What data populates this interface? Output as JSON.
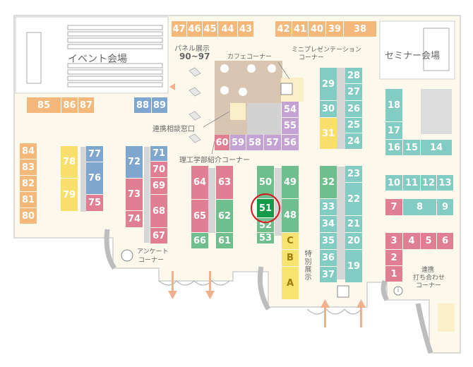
{
  "labels": {
    "event_hall": "イベント会場",
    "seminar_hall": "セミナー会場",
    "panel_exhibit": "パネル展示",
    "panel_range": "90~97",
    "cafe_corner": "カフェコーナー",
    "mini_presentation": "ミニプレゼンテーション",
    "mini_presentation_2": "コーナー",
    "consult_window": "連携相談窓口",
    "science_corner": "理工学部紹介コーナー",
    "special_exhibit": "特別展示",
    "survey": "アンケート",
    "survey_2": "コーナー",
    "collab_1": "連携",
    "collab_2": "打ち合わせ",
    "collab_3": "コーナー"
  },
  "booths": {
    "b47": "47",
    "b46": "46",
    "b45": "45",
    "b44": "44",
    "b43": "43",
    "b42": "42",
    "b41": "41",
    "b40": "40",
    "b39": "39",
    "b38": "38",
    "b85": "85",
    "b86": "86",
    "b87": "87",
    "b88": "88",
    "b89": "89",
    "b84": "84",
    "b83": "83",
    "b82": "82",
    "b81": "81",
    "b80": "80",
    "b78": "78",
    "b79": "79",
    "b77": "77",
    "b76": "76",
    "b75": "75",
    "b72": "72",
    "b73": "73",
    "b74": "74",
    "b71": "71",
    "b70": "70",
    "b69": "69",
    "b68": "68",
    "b67": "67",
    "b64": "64",
    "b65": "65",
    "b66": "66",
    "b63": "63",
    "b62": "62",
    "b61": "61",
    "b60": "60",
    "b59": "59",
    "b58": "58",
    "b57": "57",
    "b56": "56",
    "b54": "54",
    "b55": "55",
    "b50": "50",
    "b51": "51",
    "b52": "52",
    "b53": "53",
    "b49": "49",
    "b48": "48",
    "bC": "C",
    "bB": "B",
    "bA": "A",
    "b29": "29",
    "b30": "30",
    "b31": "31",
    "b32": "32",
    "b33": "33",
    "b34": "34",
    "b35": "35",
    "b36": "36",
    "b37": "37",
    "b28": "28",
    "b27": "27",
    "b26": "26",
    "b25": "25",
    "b24": "24",
    "b23": "23",
    "b22": "22",
    "b21": "21",
    "b20": "20",
    "b19": "19",
    "b18": "18",
    "b17": "17",
    "b16": "16",
    "b15": "15",
    "b14": "14",
    "b10": "10",
    "b11": "11",
    "b12": "12",
    "b13": "13",
    "b7": "7",
    "b8": "8",
    "b9": "9",
    "b3": "3",
    "b4": "4",
    "b5": "5",
    "b6": "6",
    "b2": "2",
    "b1": "1"
  },
  "selected_booth": "51",
  "colors": {
    "orange": "#f4b87a",
    "pink": "#e07f93",
    "blue": "#7fa6cf",
    "teal": "#82ccc3",
    "green": "#6fbf8e",
    "yellow": "#f9df6d",
    "purple": "#c4a2d3",
    "selected": "#159a4a",
    "selection_ring": "#d9141a",
    "floor": "#fdf8ec"
  }
}
